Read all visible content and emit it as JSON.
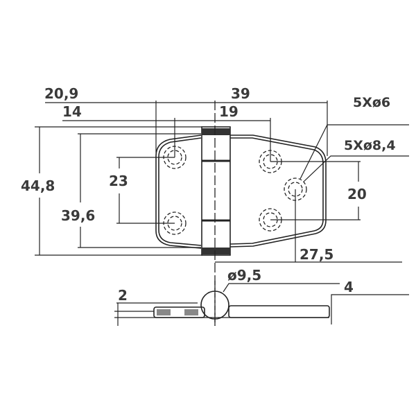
{
  "drawing": {
    "title": "Hinge dimension drawing",
    "dimensions": {
      "left_offset": "20,9",
      "total_width_right": "39",
      "left_hole_offset": "14",
      "right_hole_offset": "19",
      "overall_height": "44,8",
      "leaf_height": "39,6",
      "left_hole_spacing": "23",
      "right_hole_spacing": "20",
      "center_hole_offset": "27,5",
      "hole_spec_1": "5Xø6",
      "hole_spec_2": "5Xø8,4",
      "knuckle_diameter": "ø9,5",
      "leaf_thickness": "2",
      "total_thickness": "4"
    }
  }
}
